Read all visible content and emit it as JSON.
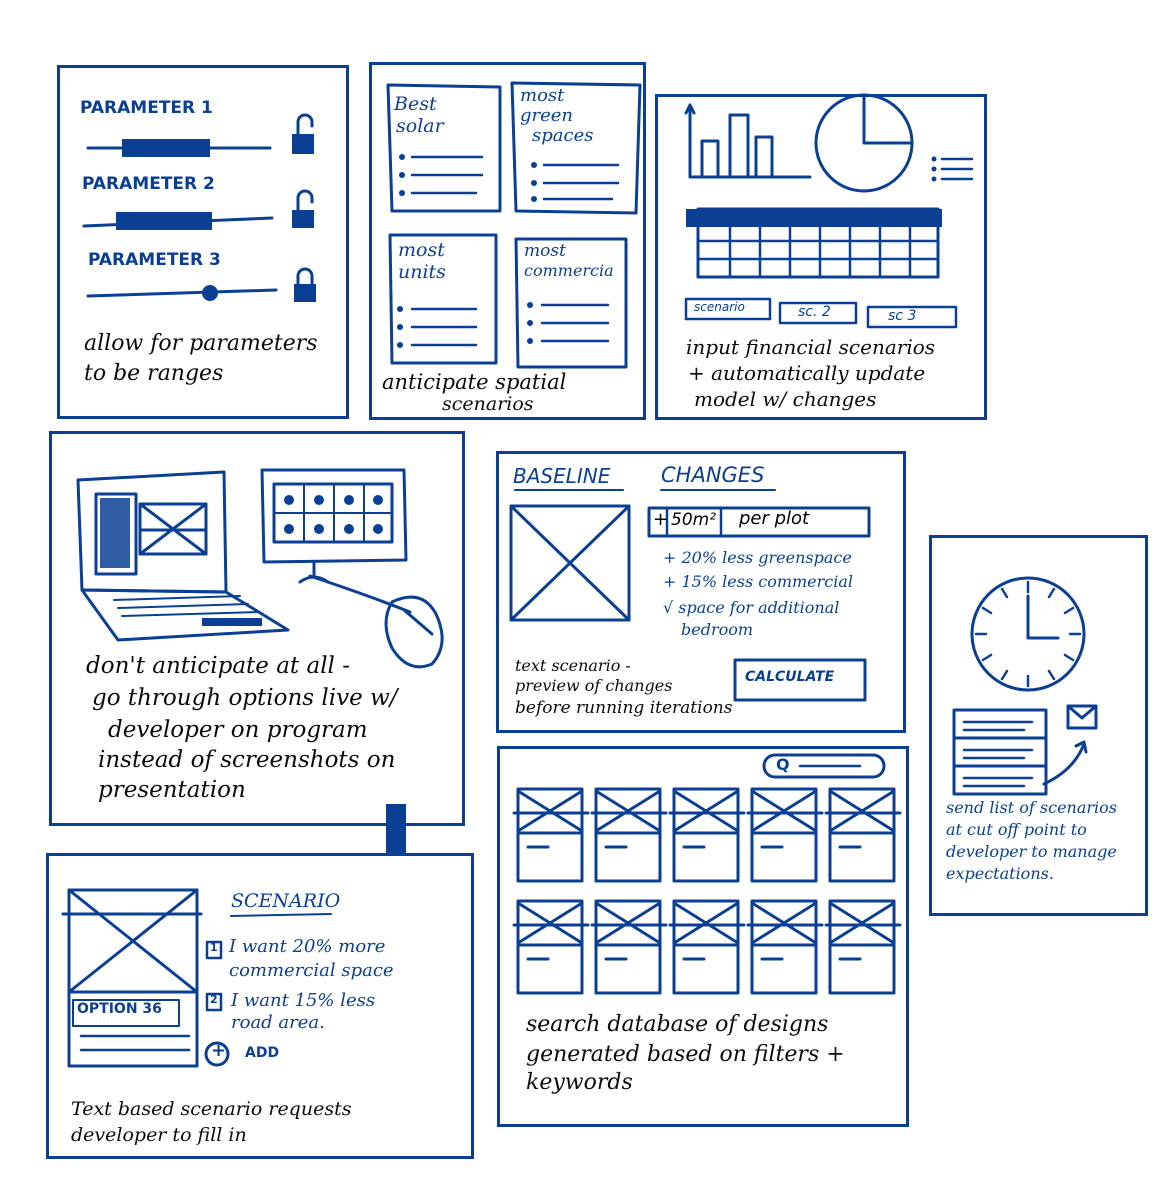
{
  "panel1": {
    "params": [
      "PARAMETER 1",
      "PARAMETER 2",
      "PARAMETER 3"
    ],
    "caption": [
      "allow for parameters",
      "to be ranges"
    ]
  },
  "panel2": {
    "cards": [
      {
        "title": [
          "Best",
          "solar"
        ]
      },
      {
        "title": [
          "most",
          "green",
          "spaces"
        ]
      },
      {
        "title": [
          "most",
          "units"
        ]
      },
      {
        "title": [
          "most",
          "commercia"
        ]
      }
    ],
    "caption": [
      "anticipate spatial",
      "scenarios"
    ]
  },
  "panel3": {
    "tabs": [
      "scenario",
      "sc. 2",
      "sc 3"
    ],
    "caption": [
      "input financial scenarios",
      "+ automatically update",
      "model w/ changes"
    ]
  },
  "panel4": {
    "caption": [
      "don't anticipate at all -",
      "go through options live w/",
      "developer on program",
      "instead of screenshots on",
      "presentation"
    ]
  },
  "panel5": {
    "baseline": "BASELINE",
    "changes": "CHANGES",
    "input_plus": "+",
    "input_value": "50m²",
    "input_unit": "per plot",
    "effects": [
      "+ 20% less greenspace",
      "+ 15% less commercial",
      "√ space for additional",
      "bedroom"
    ],
    "caption": [
      "text scenario -",
      "preview of changes",
      "before running iterations"
    ],
    "calculate": "CALCULATE"
  },
  "panel6": {
    "caption": [
      "send list of scenarios",
      "at cut off point to",
      "developer to manage",
      "expectations."
    ]
  },
  "panel7": {
    "option_label": "OPTION 36",
    "heading": "SCENARIO",
    "items": [
      {
        "badge": "1",
        "text": [
          "I want 20% more",
          "commercial space"
        ]
      },
      {
        "badge": "2",
        "text": [
          "I want 15% less",
          "road area."
        ]
      }
    ],
    "add_label": "ADD",
    "caption": [
      "Text based scenario requests",
      "developer to fill in"
    ]
  },
  "panel8": {
    "search_glyph": "Q",
    "caption": [
      "search database of designs",
      "generated based on filters +",
      "keywords"
    ]
  }
}
